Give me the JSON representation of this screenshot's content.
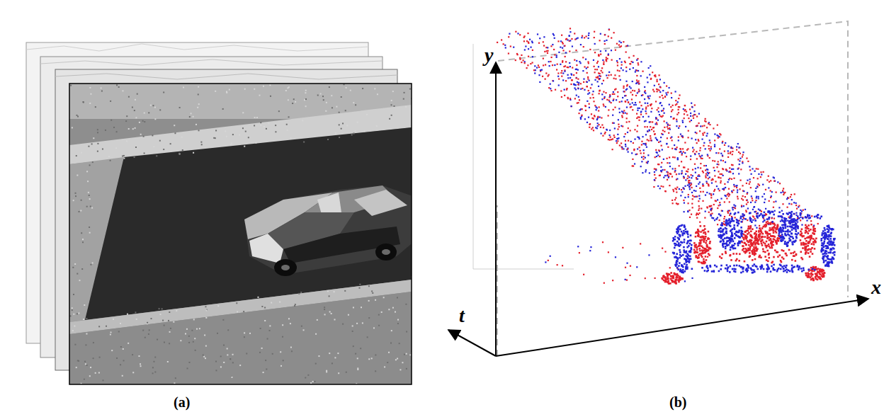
{
  "diagram": {
    "labels": [
      "(a)",
      "(b)",
      "y",
      "x",
      "t"
    ]
  }
}
